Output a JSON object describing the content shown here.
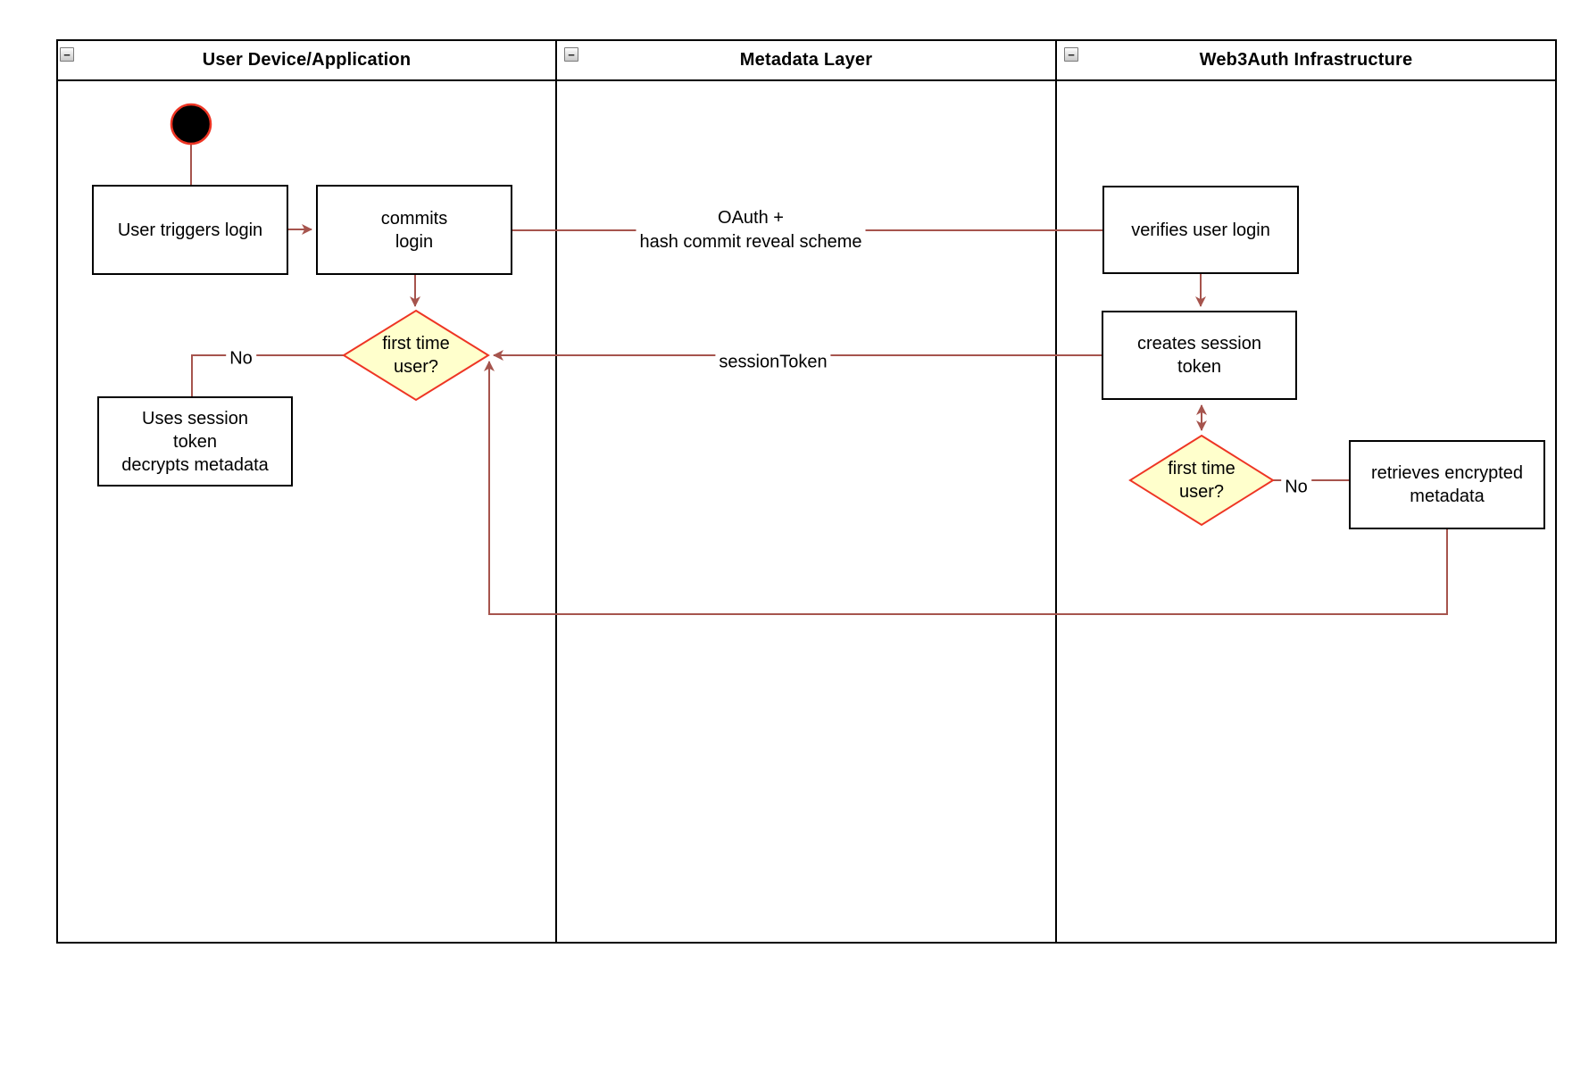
{
  "colors": {
    "arrow": "#a6544d",
    "accent": "#ee3524",
    "decision-fill": "#ffffcc",
    "shape-border": "#000000"
  },
  "lanes": [
    {
      "title": "User Device/Application",
      "collapse_icon": "−"
    },
    {
      "title": "Metadata Layer",
      "collapse_icon": "−"
    },
    {
      "title": "Web3Auth Infrastructure",
      "collapse_icon": "−"
    }
  ],
  "nodes": {
    "user_triggers_login": "User triggers login",
    "commits_login": "commits\nlogin",
    "first_time_user_device": "first time\nuser?",
    "uses_session_token": "Uses session\ntoken\ndecrypts metadata",
    "verifies_user_login": "verifies user login",
    "creates_session_token": "creates session\ntoken",
    "first_time_user_infra": "first time\nuser?",
    "retrieves_encrypted_metadata": "retrieves encrypted\nmetadata"
  },
  "edges": {
    "oauth": "OAuth +\nhash commit reveal scheme",
    "session_token": "sessionToken",
    "no_device": "No",
    "no_infra": "No"
  }
}
